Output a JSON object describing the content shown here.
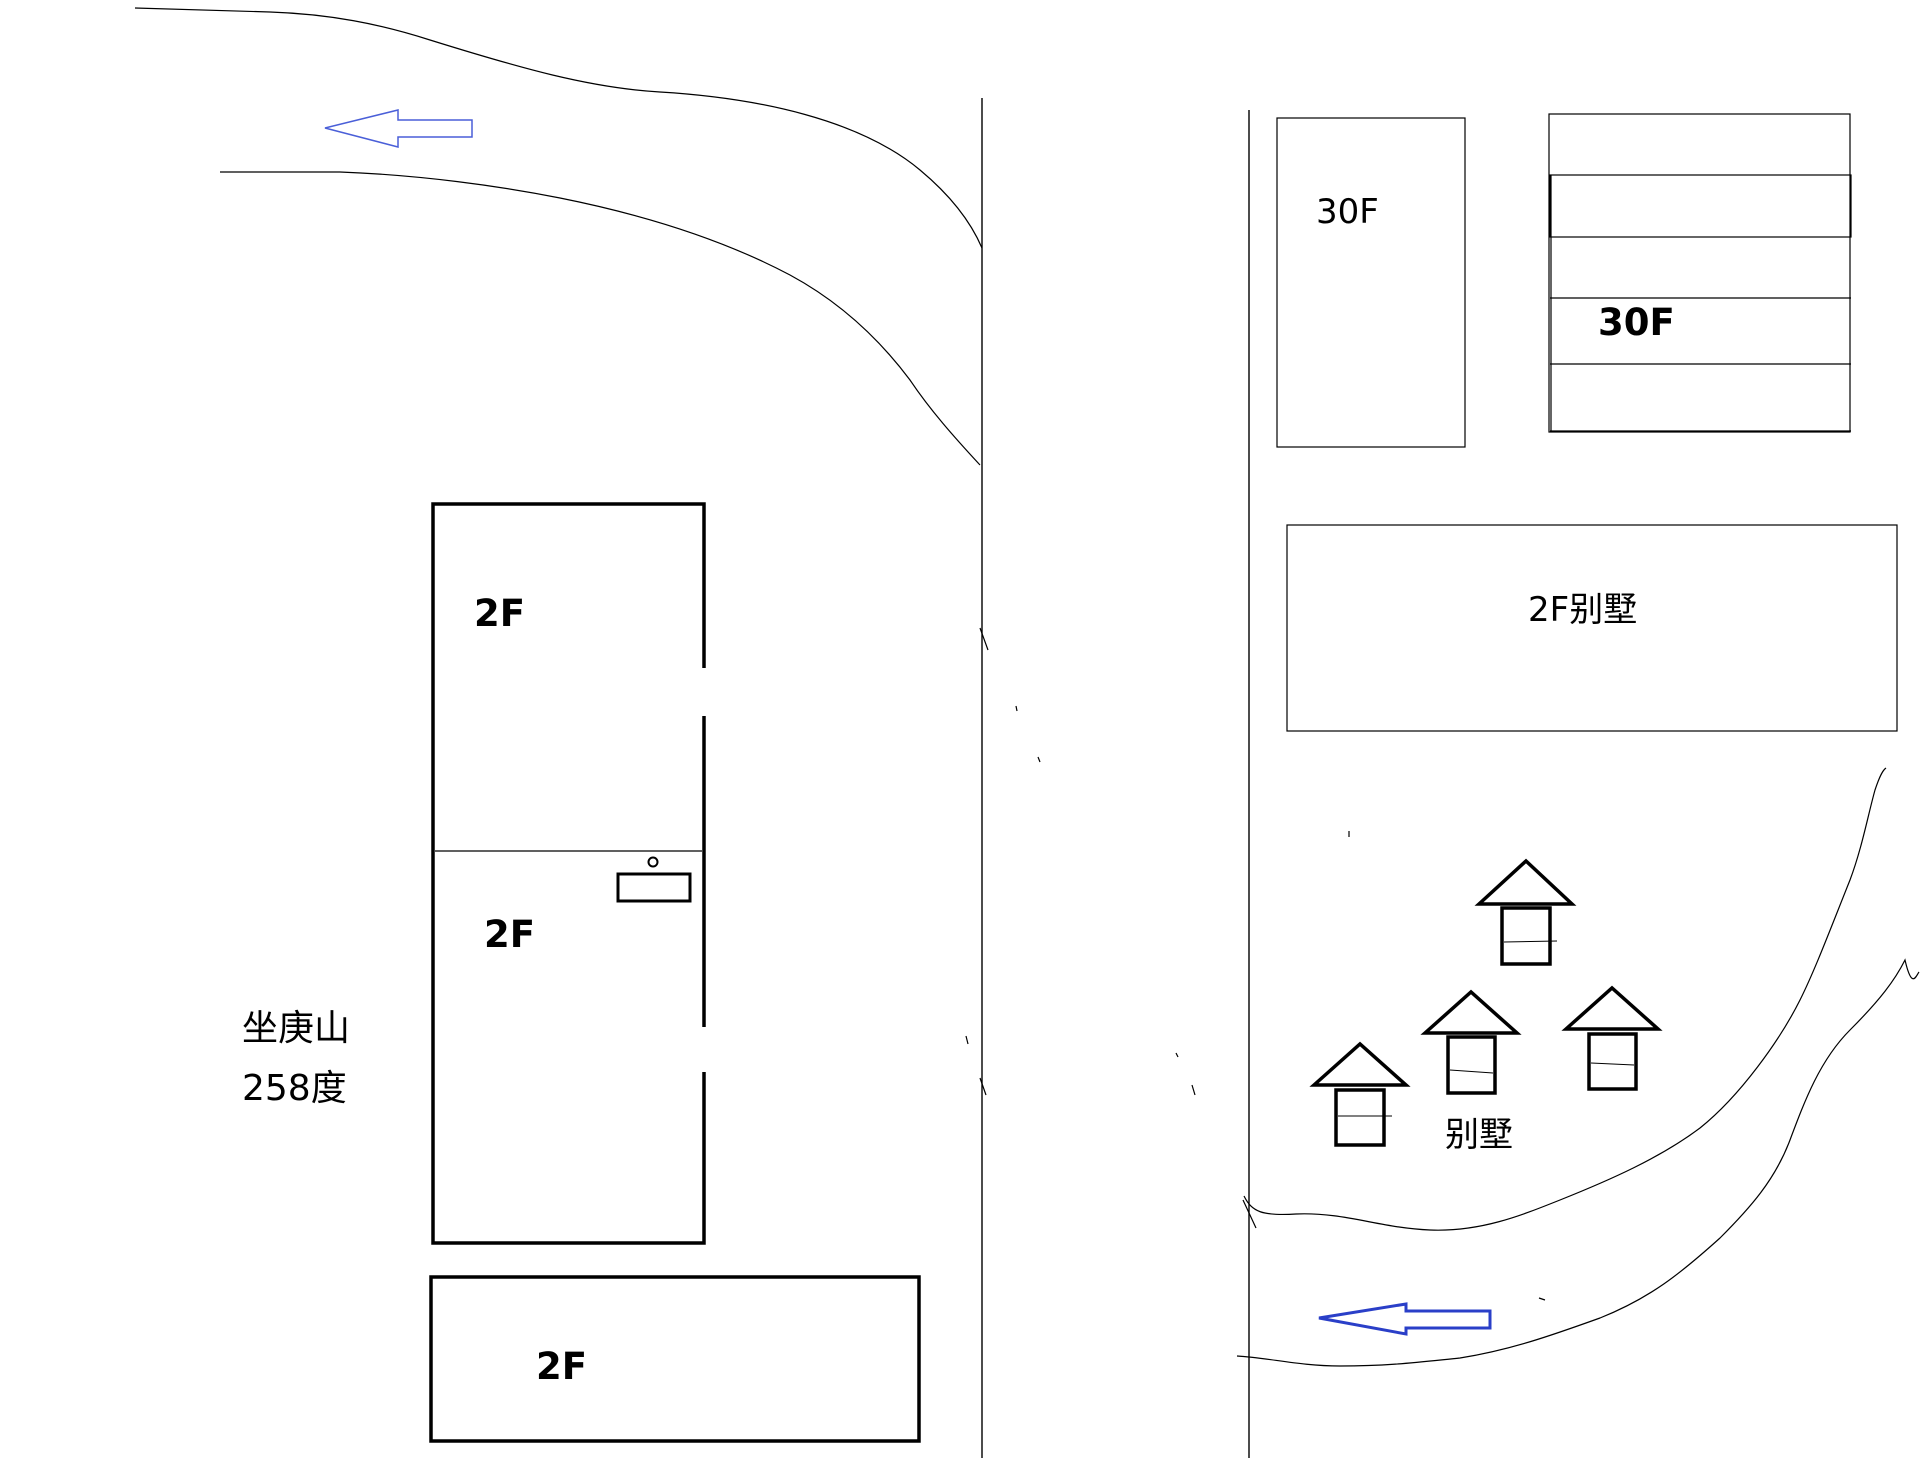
{
  "labels": {
    "left_bldg_top": "2F",
    "left_bldg_mid": "2F",
    "left_bldg_bottom": "2F",
    "mountain_line1": "坐庚山",
    "mountain_line2": "258度",
    "tower_left": "30F",
    "tower_right": "30F",
    "villa_block": "2F别墅",
    "villa_cluster": "别墅"
  },
  "colors": {
    "line": "#000000",
    "arrow_top": "#4a5fd8",
    "arrow_bottom": "#2a3fc8"
  },
  "icons": {
    "arrow": "left-arrow-icon",
    "house": "house-icon"
  }
}
